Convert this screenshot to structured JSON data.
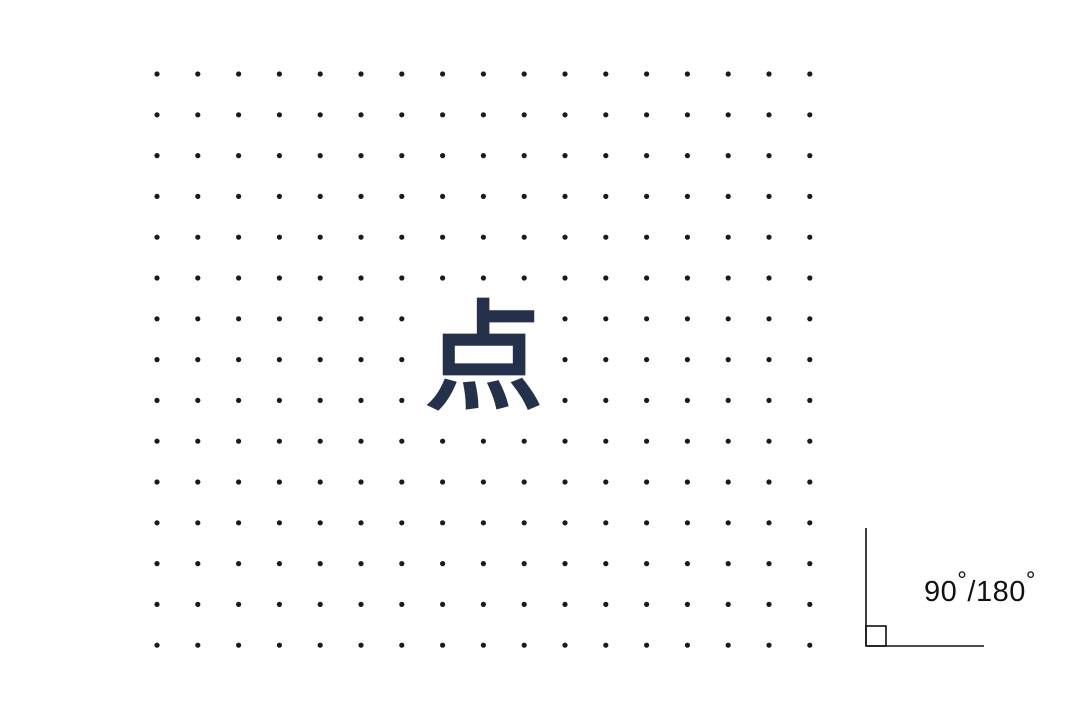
{
  "grid": {
    "rows": 15,
    "cols": 17,
    "dot_color": "#1a1a1a",
    "background": "#ffffff"
  },
  "label": {
    "text": "点",
    "color": "#25304a"
  },
  "angle": {
    "first": "90",
    "second": "180",
    "separator": "/",
    "degree_symbol": "°",
    "line_color": "#111111"
  }
}
